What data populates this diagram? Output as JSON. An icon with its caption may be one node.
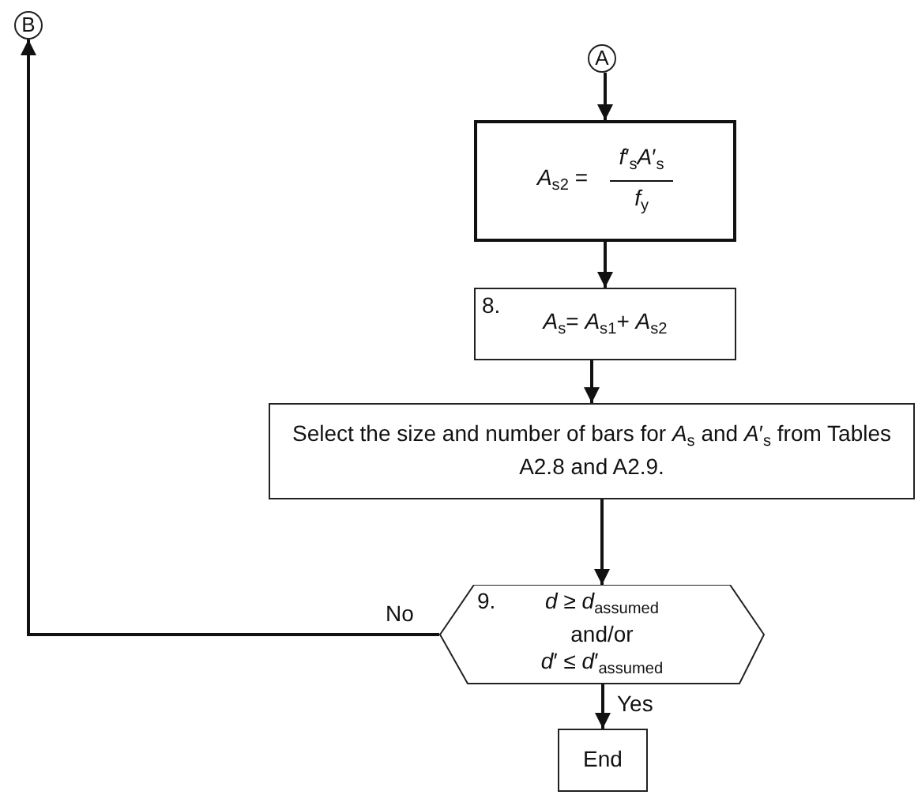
{
  "diagram": {
    "nodes": [
      {
        "text": [
          "B"
        ]
      },
      {
        "text": [
          "A"
        ]
      },
      {
        "text": [
          "*A*$_{s2}$ =",
          "*f*′$_{s}$*A*′$_{s}$",
          "*f*$_{y}$"
        ]
      },
      {
        "text": [
          "8.",
          "*A*$_{s}$= *A*$_{s1}$+ *A*$_{s2}$"
        ]
      },
      {
        "text": [
          "Select the size and number of bars for *A*$_{s}$ and *A*′$_{s}$ from Tables A2.8 and A2.9."
        ]
      },
      {
        "text": [
          "9.",
          "*d* ≥ *d*$_{assumed}$",
          "and/or",
          "*d*′ ≤ *d*′$_{assumed}$"
        ]
      },
      {
        "text": [
          "End"
        ]
      }
    ],
    "edges": [
      {
        "from": 1,
        "to": 2,
        "arrow": "to"
      },
      {
        "from": 2,
        "to": 3,
        "arrow": "to"
      },
      {
        "from": 3,
        "to": 4,
        "arrow": "to"
      },
      {
        "from": 4,
        "to": 5,
        "arrow": "to"
      },
      {
        "from": 5,
        "to": 6,
        "arrow": "to",
        "label": "Yes"
      },
      {
        "from": 5,
        "to": 0,
        "arrow": "to",
        "label": "No"
      }
    ]
  }
}
